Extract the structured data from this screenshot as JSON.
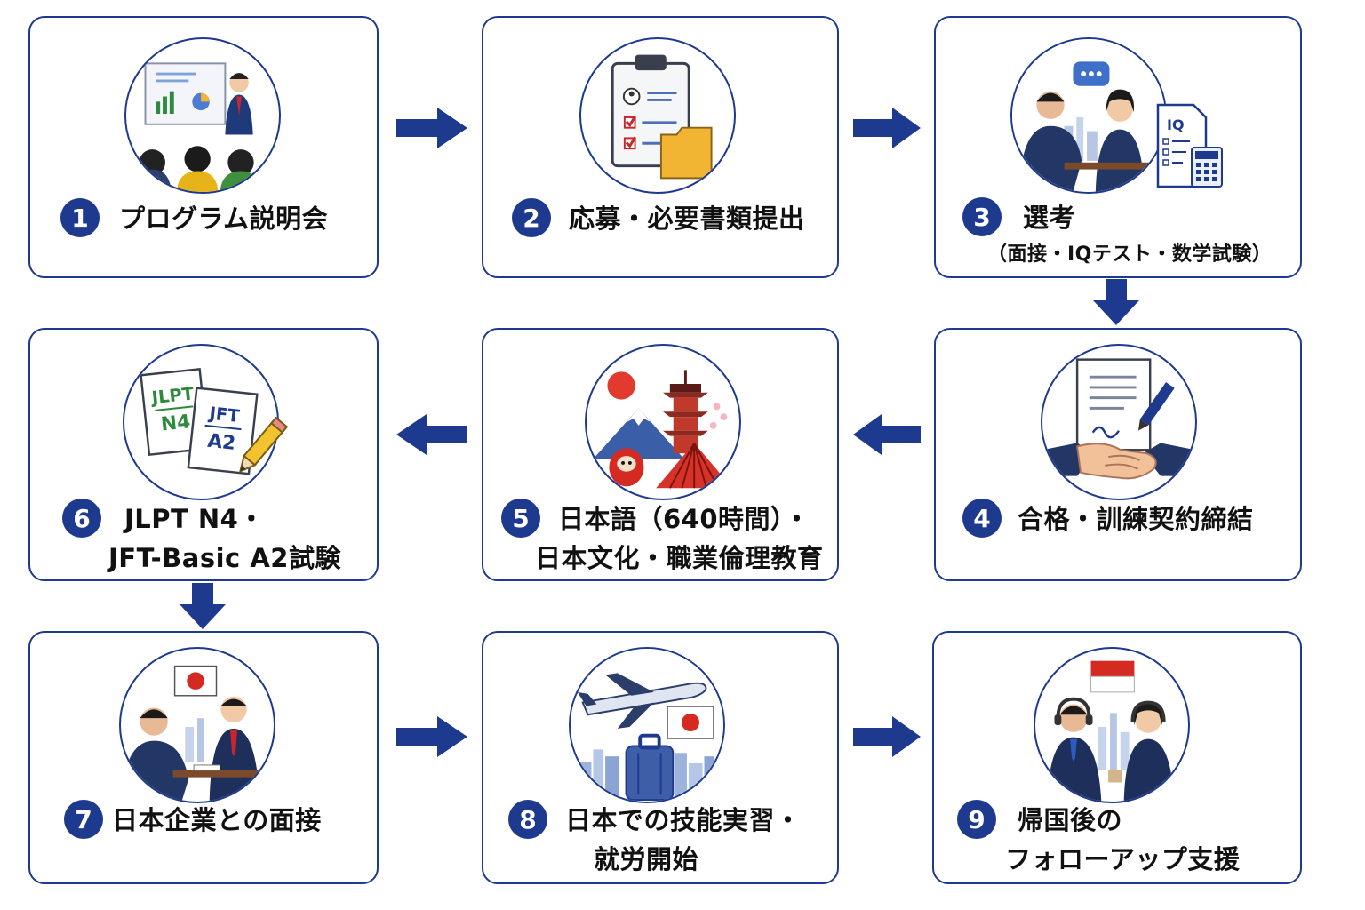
{
  "colors": {
    "accent": "#1d3a8f",
    "border": "#1d3a8f",
    "text": "#111111"
  },
  "steps": [
    {
      "number": "1",
      "label": "プログラム説明会",
      "icon": "presentation-icon"
    },
    {
      "number": "2",
      "label": "応募・必要書類提出",
      "icon": "clipboard-folder-icon"
    },
    {
      "number": "3",
      "label": "選考",
      "sublabel": "（面接・IQテスト・数学試験）",
      "icon": "interview-test-icon",
      "iq_text": "IQ"
    },
    {
      "number": "4",
      "label": "合格・訓練契約締結",
      "icon": "handshake-contract-icon"
    },
    {
      "number": "5",
      "label_line1": "日本語（640時間）・",
      "label_line2": "日本文化・職業倫理教育",
      "icon": "japan-culture-icon"
    },
    {
      "number": "6",
      "label_line1": "JLPT N4・",
      "label_line2": "JFT-Basic A2試験",
      "icon": "exam-papers-icon",
      "paper1_line1": "JLPT",
      "paper1_line2": "N4",
      "paper2_line1": "JFT",
      "paper2_line2": "A2"
    },
    {
      "number": "7",
      "label": "日本企業との面接",
      "icon": "company-interview-icon"
    },
    {
      "number": "8",
      "label_line1": "日本での技能実習・",
      "label_line2": "就労開始",
      "icon": "airplane-travel-icon"
    },
    {
      "number": "9",
      "label_line1": "帰国後の",
      "label_line2": "フォローアップ支援",
      "icon": "follow-up-support-icon"
    }
  ]
}
